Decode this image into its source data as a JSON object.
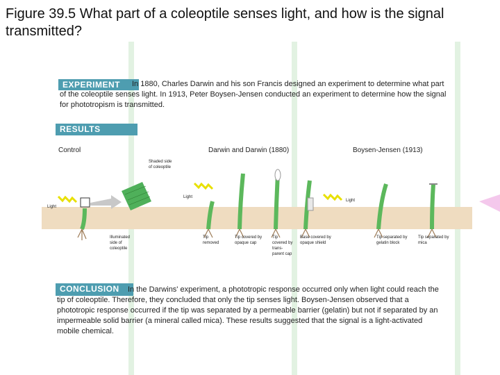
{
  "title": "Figure 39.5 What part of a coleoptile senses light, and how is the signal transmitted?",
  "experiment": {
    "label": "EXPERIMENT",
    "text": "In 1880, Charles Darwin and his son Francis designed an experiment to determine what part of the coleoptile senses light. In 1913, Peter Boysen-Jensen conducted an experiment to determine how the signal for phototropism is transmitted."
  },
  "results": {
    "label": "RESULTS",
    "headers": {
      "control": "Control",
      "darwin": "Darwin and Darwin (1880)",
      "boysen": "Boysen-Jensen (1913)"
    },
    "annotations": {
      "shaded": "Shaded side of coleoptile",
      "illuminated": "Illuminated side of coleoptile",
      "light_left": "Light",
      "light_mid": "Light",
      "light_right": "Light"
    },
    "captions": {
      "tip_removed": "Tip removed",
      "opaque_cap": "Tip covered by opaque cap",
      "transparent_cap": "Tip covered by trans- parent cap",
      "opaque_shield": "Base covered by opaque shield",
      "gelatin": "Tip separated by gelatin block",
      "mica": "Tip separated by mica"
    }
  },
  "conclusion": {
    "label": "CONCLUSION",
    "text": "In the Darwins' experiment, a phototropic response occurred only when light could reach the tip of coleoptile. Therefore, they concluded that only the tip senses light. Boysen-Jensen observed that a phototropic response occurred if the tip was separated by a permeable barrier (gelatin) but not if separated by an impermeable solid barrier (a mineral called mica). These results suggested that the signal is a light-activated mobile chemical."
  },
  "colors": {
    "label_bg": "#4e9db0",
    "coleoptile": "#5cb85c",
    "soil": "#d9b88a",
    "light": "#e8e000"
  }
}
